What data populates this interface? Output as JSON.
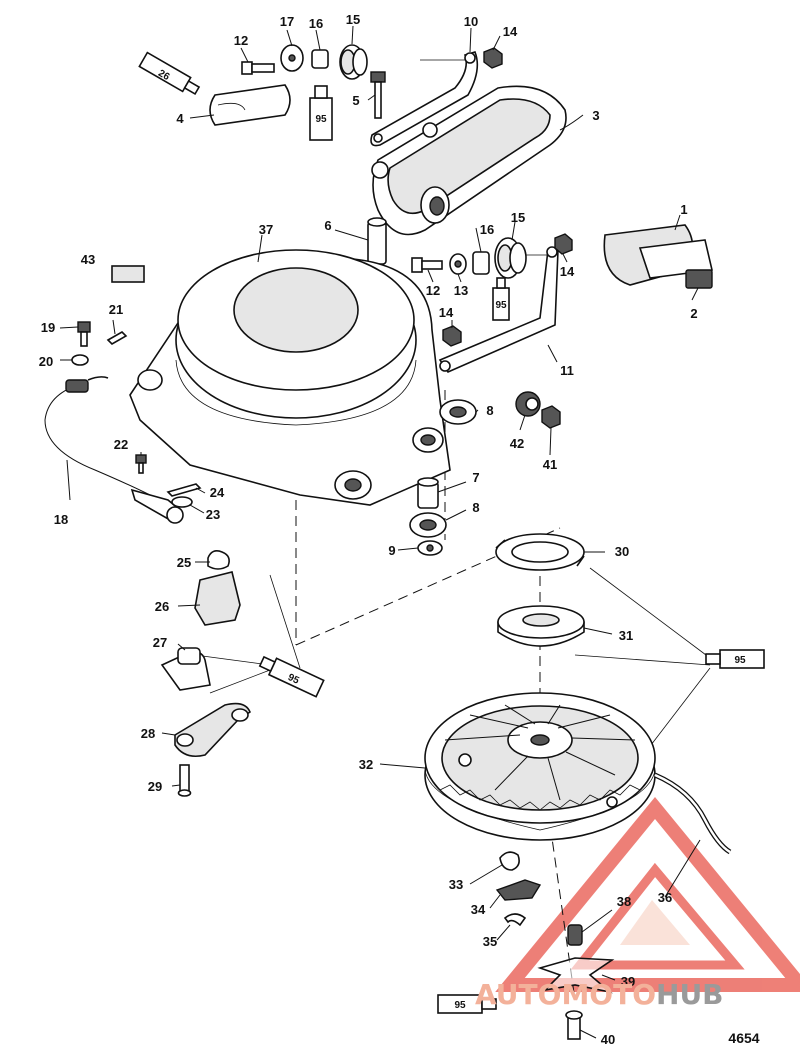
{
  "figure_number": "4654",
  "part_numbers": [
    "1",
    "2",
    "3",
    "4",
    "5",
    "6",
    "7",
    "8",
    "8",
    "9",
    "10",
    "11",
    "12",
    "12",
    "13",
    "14",
    "14",
    "14",
    "15",
    "15",
    "16",
    "16",
    "17",
    "18",
    "19",
    "20",
    "21",
    "22",
    "23",
    "24",
    "25",
    "26",
    "27",
    "28",
    "29",
    "30",
    "31",
    "32",
    "33",
    "34",
    "35",
    "36",
    "37",
    "38",
    "39",
    "40",
    "41",
    "42",
    "43"
  ],
  "tube_labels": [
    "26",
    "95",
    "95",
    "95",
    "95",
    "95"
  ],
  "watermark": {
    "prefix": "AUTOMOTO",
    "suffix": "HUB",
    "prefix_color": "#f3b19a",
    "suffix_color": "#9a9a9a",
    "logo_color": "#e8554a"
  }
}
